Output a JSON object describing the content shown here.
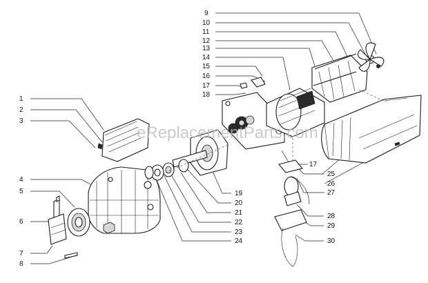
{
  "watermark": "eReplacementParts.com",
  "labels": {
    "l1": "1",
    "l2": "2",
    "l3": "3",
    "l4": "4",
    "l5": "5",
    "l6": "6",
    "l7": "7",
    "l8": "8",
    "l9": "9",
    "l10": "10",
    "l11": "11",
    "l12": "12",
    "l13": "13",
    "l14": "14",
    "l15": "15",
    "l16": "16",
    "l17a": "17",
    "l18": "18",
    "l17b": "17",
    "l19": "19",
    "l20": "20",
    "l21": "21",
    "l22": "22",
    "l23": "23",
    "l24": "24",
    "l25": "25",
    "l26": "26",
    "l27": "27",
    "l28": "28",
    "l29": "29",
    "l30": "30"
  }
}
